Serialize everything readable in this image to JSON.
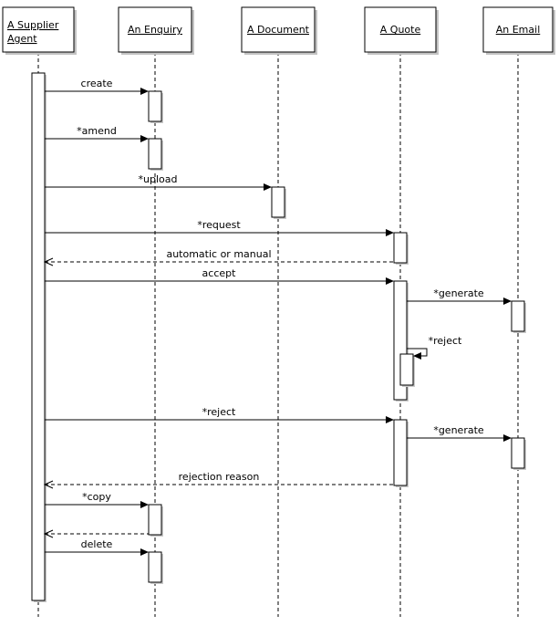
{
  "diagram": {
    "type": "uml-sequence",
    "lifelines": [
      {
        "name": "A Supplier Agent",
        "lines": [
          "A Supplier",
          "Agent"
        ]
      },
      {
        "name": "An Enquiry"
      },
      {
        "name": "A Document"
      },
      {
        "name": "A Quote"
      },
      {
        "name": "An Email"
      }
    ],
    "messages": [
      {
        "label": "create",
        "from": "A Supplier Agent",
        "to": "An Enquiry",
        "kind": "call"
      },
      {
        "label": "*amend",
        "from": "A Supplier Agent",
        "to": "An Enquiry",
        "kind": "call"
      },
      {
        "label": "*upload",
        "from": "A Supplier Agent",
        "to": "A Document",
        "kind": "call"
      },
      {
        "label": "*request",
        "from": "A Supplier Agent",
        "to": "A Quote",
        "kind": "call"
      },
      {
        "label": "automatic or manual",
        "from": "A Quote",
        "to": "A Supplier Agent",
        "kind": "return"
      },
      {
        "label": "accept",
        "from": "A Supplier Agent",
        "to": "A Quote",
        "kind": "call"
      },
      {
        "label": "*generate",
        "from": "A Quote",
        "to": "An Email",
        "kind": "call"
      },
      {
        "label": "*reject",
        "from": "A Quote",
        "to": "A Quote",
        "kind": "self-call"
      },
      {
        "label": "*reject",
        "from": "A Supplier Agent",
        "to": "A Quote",
        "kind": "call"
      },
      {
        "label": "*generate",
        "from": "A Quote",
        "to": "An Email",
        "kind": "call"
      },
      {
        "label": "rejection reason",
        "from": "A Quote",
        "to": "A Supplier Agent",
        "kind": "return"
      },
      {
        "label": "*copy",
        "from": "A Supplier Agent",
        "to": "An Enquiry",
        "kind": "call"
      },
      {
        "label": "",
        "from": "An Enquiry",
        "to": "A Supplier Agent",
        "kind": "return"
      },
      {
        "label": "delete",
        "from": "A Supplier Agent",
        "to": "An Enquiry",
        "kind": "call"
      }
    ]
  }
}
